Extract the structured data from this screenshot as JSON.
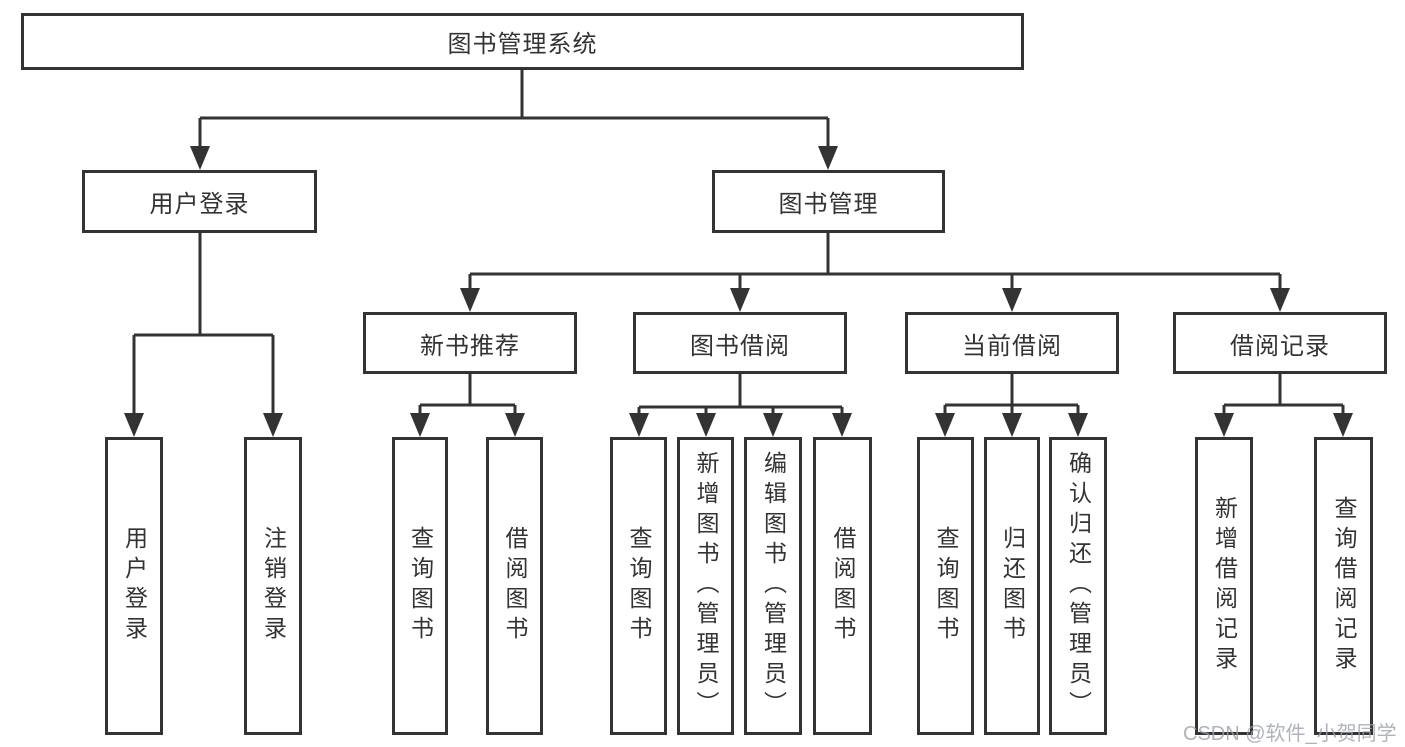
{
  "root": {
    "label": "图书管理系统"
  },
  "level2": [
    {
      "label": "用户登录"
    },
    {
      "label": "图书管理"
    }
  ],
  "level3": [
    {
      "label": "新书推荐"
    },
    {
      "label": "图书借阅"
    },
    {
      "label": "当前借阅"
    },
    {
      "label": "借阅记录"
    }
  ],
  "leaves": {
    "user_login": [
      "用户登录",
      "注销登录"
    ],
    "new_book": [
      "查询图书",
      "借阅图书"
    ],
    "book_borrow": [
      "查询图书",
      "新增图书（管理员）",
      "编辑图书（管理员）",
      "借阅图书"
    ],
    "current_borrow": [
      "查询图书",
      "归还图书",
      "确认归还（管理员）"
    ],
    "borrow_record": [
      "新增借阅记录",
      "查询借阅记录"
    ]
  },
  "watermark": "CSDN @软件_小贺同学",
  "colors": {
    "line": "#333333",
    "border": "#333333",
    "text": "#333333",
    "watermark": "#9ba0aa",
    "background": "#ffffff"
  }
}
